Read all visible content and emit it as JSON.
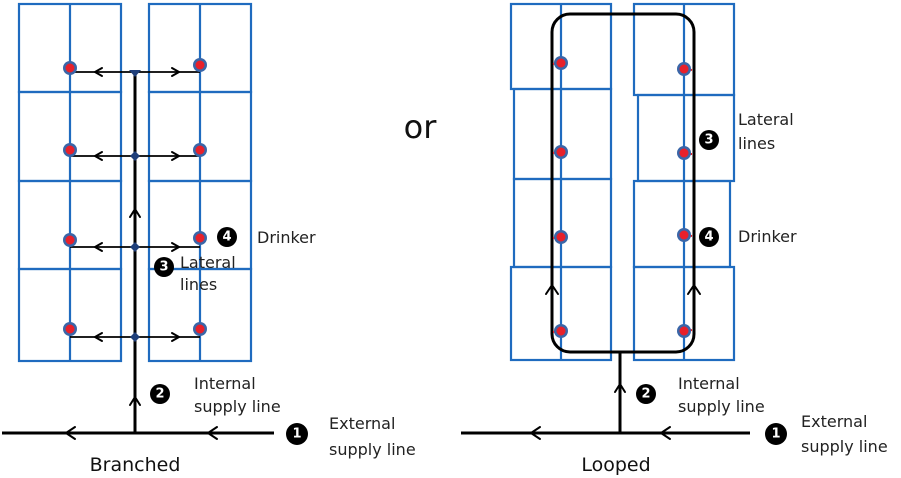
{
  "separator_label": "or",
  "panels": [
    {
      "id": "branched",
      "title": "Branched",
      "labels": {
        "external": [
          "External",
          "supply line"
        ],
        "internal": [
          "Internal",
          "supply line"
        ],
        "lateral": [
          "Lateral",
          "lines"
        ],
        "drinker": "Drinker"
      },
      "badges": [
        "1",
        "2",
        "3",
        "4"
      ]
    },
    {
      "id": "looped",
      "title": "Looped",
      "labels": {
        "external": [
          "External",
          "supply line"
        ],
        "internal": [
          "Internal",
          "supply line"
        ],
        "lateral": [
          "Lateral",
          "lines"
        ],
        "drinker": "Drinker"
      },
      "badges": [
        "1",
        "2",
        "3",
        "4"
      ]
    }
  ],
  "colors": {
    "cell_border": "#1f6bbf",
    "drinker": "#e8202a",
    "pipe": "#000000"
  }
}
